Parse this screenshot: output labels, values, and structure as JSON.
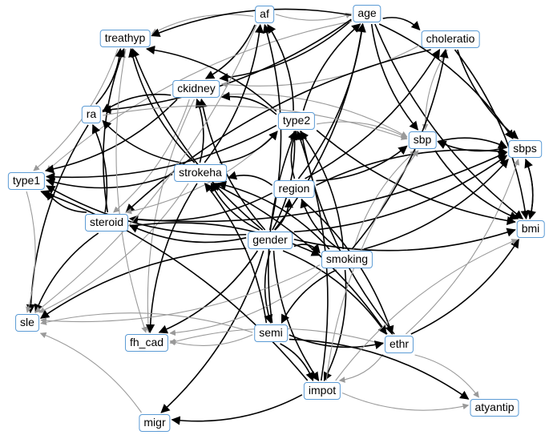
{
  "graph": {
    "type": "directed-network",
    "colors": {
      "node_border": "#5b9bd5",
      "node_fill": "#ffffff",
      "edge_strong": "#000000",
      "edge_weak": "#999999"
    },
    "nodes": [
      {
        "id": "af",
        "label": "af"
      },
      {
        "id": "age",
        "label": "age"
      },
      {
        "id": "treathyp",
        "label": "treathyp"
      },
      {
        "id": "choleratio",
        "label": "choleratio"
      },
      {
        "id": "ckidney",
        "label": "ckidney"
      },
      {
        "id": "ra",
        "label": "ra"
      },
      {
        "id": "type2",
        "label": "type2"
      },
      {
        "id": "sbp",
        "label": "sbp"
      },
      {
        "id": "sbps",
        "label": "sbps"
      },
      {
        "id": "type1",
        "label": "type1"
      },
      {
        "id": "strokeha",
        "label": "strokeha"
      },
      {
        "id": "region",
        "label": "region"
      },
      {
        "id": "steroid",
        "label": "steroid"
      },
      {
        "id": "bmi",
        "label": "bmi"
      },
      {
        "id": "gender",
        "label": "gender"
      },
      {
        "id": "smoking",
        "label": "smoking"
      },
      {
        "id": "sle",
        "label": "sle"
      },
      {
        "id": "fh_cad",
        "label": "fh_cad"
      },
      {
        "id": "semi",
        "label": "semi"
      },
      {
        "id": "ethr",
        "label": "ethr"
      },
      {
        "id": "impot",
        "label": "impot"
      },
      {
        "id": "atyantip",
        "label": "atyantip"
      },
      {
        "id": "migr",
        "label": "migr"
      }
    ],
    "edges": [
      {
        "from": "af",
        "to": "age",
        "style": "weak"
      },
      {
        "from": "af",
        "to": "ckidney",
        "style": "strong"
      },
      {
        "from": "af",
        "to": "treathyp",
        "style": "weak"
      },
      {
        "from": "age",
        "to": "choleratio",
        "style": "strong"
      },
      {
        "from": "age",
        "to": "sbp",
        "style": "strong"
      },
      {
        "from": "age",
        "to": "sbps",
        "style": "strong"
      },
      {
        "from": "age",
        "to": "bmi",
        "style": "strong"
      },
      {
        "from": "age",
        "to": "ckidney",
        "style": "strong"
      },
      {
        "from": "age",
        "to": "type1",
        "style": "weak"
      },
      {
        "from": "age",
        "to": "ra",
        "style": "strong"
      },
      {
        "from": "choleratio",
        "to": "sbps",
        "style": "strong"
      },
      {
        "from": "choleratio",
        "to": "bmi",
        "style": "strong"
      },
      {
        "from": "choleratio",
        "to": "sbp",
        "style": "weak"
      },
      {
        "from": "choleratio",
        "to": "ckidney",
        "style": "weak"
      },
      {
        "from": "choleratio",
        "to": "steroid",
        "style": "strong"
      },
      {
        "from": "ckidney",
        "to": "type1",
        "style": "strong"
      },
      {
        "from": "ckidney",
        "to": "ra",
        "style": "strong"
      },
      {
        "from": "ckidney",
        "to": "steroid",
        "style": "weak"
      },
      {
        "from": "ckidney",
        "to": "fh_cad",
        "style": "weak"
      },
      {
        "from": "ckidney",
        "to": "sbp",
        "style": "weak"
      },
      {
        "from": "type2",
        "to": "af",
        "style": "strong"
      },
      {
        "from": "type2",
        "to": "age",
        "style": "strong"
      },
      {
        "from": "type2",
        "to": "treathyp",
        "style": "strong"
      },
      {
        "from": "type2",
        "to": "type1",
        "style": "strong"
      },
      {
        "from": "type2",
        "to": "bmi",
        "style": "strong"
      },
      {
        "from": "type2",
        "to": "sbp",
        "style": "weak"
      },
      {
        "from": "type2",
        "to": "ckidney",
        "style": "strong"
      },
      {
        "from": "type2",
        "to": "steroid",
        "style": "weak"
      },
      {
        "from": "strokeha",
        "to": "af",
        "style": "strong"
      },
      {
        "from": "strokeha",
        "to": "treathyp",
        "style": "strong"
      },
      {
        "from": "strokeha",
        "to": "ckidney",
        "style": "strong"
      },
      {
        "from": "strokeha",
        "to": "type1",
        "style": "strong"
      },
      {
        "from": "strokeha",
        "to": "type2",
        "style": "strong"
      },
      {
        "from": "strokeha",
        "to": "ra",
        "style": "strong"
      },
      {
        "from": "strokeha",
        "to": "fh_cad",
        "style": "strong"
      },
      {
        "from": "strokeha",
        "to": "sle",
        "style": "weak"
      },
      {
        "from": "region",
        "to": "age",
        "style": "strong"
      },
      {
        "from": "region",
        "to": "type2",
        "style": "strong"
      },
      {
        "from": "region",
        "to": "sbp",
        "style": "strong"
      },
      {
        "from": "region",
        "to": "sbps",
        "style": "strong"
      },
      {
        "from": "region",
        "to": "strokeha",
        "style": "strong"
      },
      {
        "from": "region",
        "to": "steroid",
        "style": "strong"
      },
      {
        "from": "region",
        "to": "choleratio",
        "style": "strong"
      },
      {
        "from": "region",
        "to": "ethr",
        "style": "strong"
      },
      {
        "from": "gender",
        "to": "age",
        "style": "strong"
      },
      {
        "from": "gender",
        "to": "treathyp",
        "style": "strong"
      },
      {
        "from": "gender",
        "to": "af",
        "style": "strong"
      },
      {
        "from": "gender",
        "to": "ckidney",
        "style": "strong"
      },
      {
        "from": "gender",
        "to": "type2",
        "style": "strong"
      },
      {
        "from": "gender",
        "to": "strokeha",
        "style": "strong"
      },
      {
        "from": "gender",
        "to": "region",
        "style": "strong"
      },
      {
        "from": "gender",
        "to": "steroid",
        "style": "strong"
      },
      {
        "from": "gender",
        "to": "bmi",
        "style": "strong"
      },
      {
        "from": "gender",
        "to": "smoking",
        "style": "strong"
      },
      {
        "from": "gender",
        "to": "sle",
        "style": "strong"
      },
      {
        "from": "gender",
        "to": "fh_cad",
        "style": "strong"
      },
      {
        "from": "gender",
        "to": "semi",
        "style": "strong"
      },
      {
        "from": "gender",
        "to": "ethr",
        "style": "strong"
      },
      {
        "from": "gender",
        "to": "impot",
        "style": "strong"
      },
      {
        "from": "gender",
        "to": "migr",
        "style": "strong"
      },
      {
        "from": "gender",
        "to": "sbps",
        "style": "strong"
      },
      {
        "from": "gender",
        "to": "type1",
        "style": "strong"
      },
      {
        "from": "smoking",
        "to": "type2",
        "style": "strong"
      },
      {
        "from": "smoking",
        "to": "sbp",
        "style": "weak"
      },
      {
        "from": "smoking",
        "to": "sbps",
        "style": "strong"
      },
      {
        "from": "smoking",
        "to": "region",
        "style": "strong"
      },
      {
        "from": "smoking",
        "to": "strokeha",
        "style": "strong"
      },
      {
        "from": "smoking",
        "to": "fh_cad",
        "style": "weak"
      },
      {
        "from": "smoking",
        "to": "semi",
        "style": "strong"
      },
      {
        "from": "smoking",
        "to": "impot",
        "style": "strong"
      },
      {
        "from": "smoking",
        "to": "choleratio",
        "style": "strong"
      },
      {
        "from": "smoking",
        "to": "sle",
        "style": "weak"
      },
      {
        "from": "ethr",
        "to": "bmi",
        "style": "strong"
      },
      {
        "from": "ethr",
        "to": "atyantip",
        "style": "weak"
      },
      {
        "from": "ethr",
        "to": "fh_cad",
        "style": "weak"
      },
      {
        "from": "ethr",
        "to": "type2",
        "style": "strong"
      },
      {
        "from": "ethr",
        "to": "strokeha",
        "style": "strong"
      },
      {
        "from": "ethr",
        "to": "impot",
        "style": "weak"
      },
      {
        "from": "ethr",
        "to": "sbps",
        "style": "weak"
      },
      {
        "from": "semi",
        "to": "fh_cad",
        "style": "weak"
      },
      {
        "from": "semi",
        "to": "sle",
        "style": "weak"
      },
      {
        "from": "semi",
        "to": "impot",
        "style": "strong"
      },
      {
        "from": "semi",
        "to": "ethr",
        "style": "strong"
      },
      {
        "from": "semi",
        "to": "atyantip",
        "style": "strong"
      },
      {
        "from": "semi",
        "to": "strokeha",
        "style": "strong"
      },
      {
        "from": "semi",
        "to": "type2",
        "style": "strong"
      },
      {
        "from": "impot",
        "to": "atyantip",
        "style": "weak"
      },
      {
        "from": "impot",
        "to": "migr",
        "style": "strong"
      },
      {
        "from": "impot",
        "to": "type1",
        "style": "strong"
      },
      {
        "from": "impot",
        "to": "bmi",
        "style": "weak"
      },
      {
        "from": "impot",
        "to": "type2",
        "style": "strong"
      },
      {
        "from": "impot",
        "to": "sbp",
        "style": "weak"
      },
      {
        "from": "steroid",
        "to": "ra",
        "style": "strong"
      },
      {
        "from": "steroid",
        "to": "type1",
        "style": "strong"
      },
      {
        "from": "steroid",
        "to": "sle",
        "style": "strong"
      },
      {
        "from": "steroid",
        "to": "treathyp",
        "style": "strong"
      },
      {
        "from": "steroid",
        "to": "sbps",
        "style": "strong"
      },
      {
        "from": "steroid",
        "to": "smoking",
        "style": "strong"
      },
      {
        "from": "ra",
        "to": "sle",
        "style": "strong"
      },
      {
        "from": "ra",
        "to": "sbp",
        "style": "weak"
      },
      {
        "from": "ra",
        "to": "treathyp",
        "style": "strong"
      },
      {
        "from": "sbp",
        "to": "sbps",
        "style": "strong"
      },
      {
        "from": "sbp",
        "to": "bmi",
        "style": "strong"
      },
      {
        "from": "sbps",
        "to": "bmi",
        "style": "strong"
      },
      {
        "from": "bmi",
        "to": "sbps",
        "style": "strong"
      },
      {
        "from": "treathyp",
        "to": "type1",
        "style": "weak"
      },
      {
        "from": "treathyp",
        "to": "fh_cad",
        "style": "weak"
      },
      {
        "from": "type1",
        "to": "sle",
        "style": "weak"
      },
      {
        "from": "migr",
        "to": "sle",
        "style": "weak"
      },
      {
        "from": "af",
        "to": "sle",
        "style": "weak"
      },
      {
        "from": "age",
        "to": "treathyp",
        "style": "strong"
      },
      {
        "from": "sbps",
        "to": "sbp",
        "style": "strong"
      }
    ]
  }
}
